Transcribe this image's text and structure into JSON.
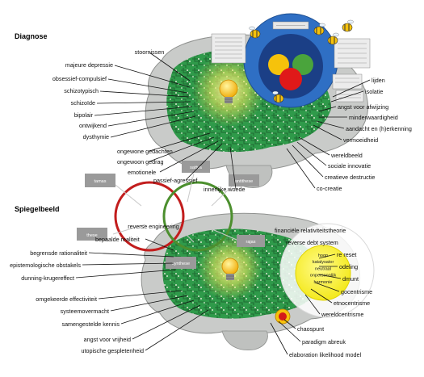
{
  "sections": {
    "top_title": "Diagnose",
    "bottom_title": "Spiegelbeeld"
  },
  "top_left_labels": [
    "stoornissen",
    "majeure depressie",
    "obsessief-compulsief",
    "schizotypisch",
    "schizoïde",
    "bipolair",
    "ontwijkend",
    "dysthymie"
  ],
  "top_center_labels": [
    "ongewone gedachten",
    "ongewoon gedrag",
    "emotionele",
    "passief-agressief",
    "innerlijke woede"
  ],
  "top_right_labels": [
    "lijden",
    "isolatie",
    "angst voor afwijzing",
    "minderwaardigheid",
    "aandacht en (h)erkenning",
    "vermoeidheid",
    "wereldbeeld",
    "sociale innovatie",
    "creatieve destructie",
    "co-creatie"
  ],
  "boxes": {
    "tamas": "tamas",
    "sattva": "sattva",
    "antithese": "antithese",
    "these": "these",
    "synthese": "synthese",
    "rajas": "rajas"
  },
  "middle_label": "reverse engineering",
  "bottom_left_labels": [
    "bepaalde realiteit",
    "begrensde rationaliteit",
    "epistemologische obstakels",
    "dunning-krugereffect",
    "omgekeerde effectiviteit",
    "systeemovermacht",
    "samengestelde kennis",
    "angst voor vrijheid",
    "utopische gespletenheid"
  ],
  "bottom_right_labels": [
    "financiële relativiteitstheorie",
    "reverse debt system",
    "re reset",
    "odeling",
    "dmunt",
    "gocentrisme",
    "etnocentrisme",
    "wereldcentrisme",
    "chaospunt",
    "paradigm abreuk",
    "elaboration likelihood model"
  ],
  "yellow_circle_lines": [
    "hoop",
    "katalysator",
    "neutraal",
    "onpersoonlijk",
    "harmonie"
  ],
  "colors": {
    "circuit_green": "#2f9a4a",
    "circuit_dark": "#1f6b32",
    "brain_gray": "#c9cbc9",
    "box_gray": "#9a9a9a",
    "red_circle": "#c21d1d",
    "green_circle": "#4c8f2e",
    "blue_circle": "#2f6fc4",
    "yellow": "#f7ee17",
    "bulb_yellow": "#f6c20b"
  }
}
